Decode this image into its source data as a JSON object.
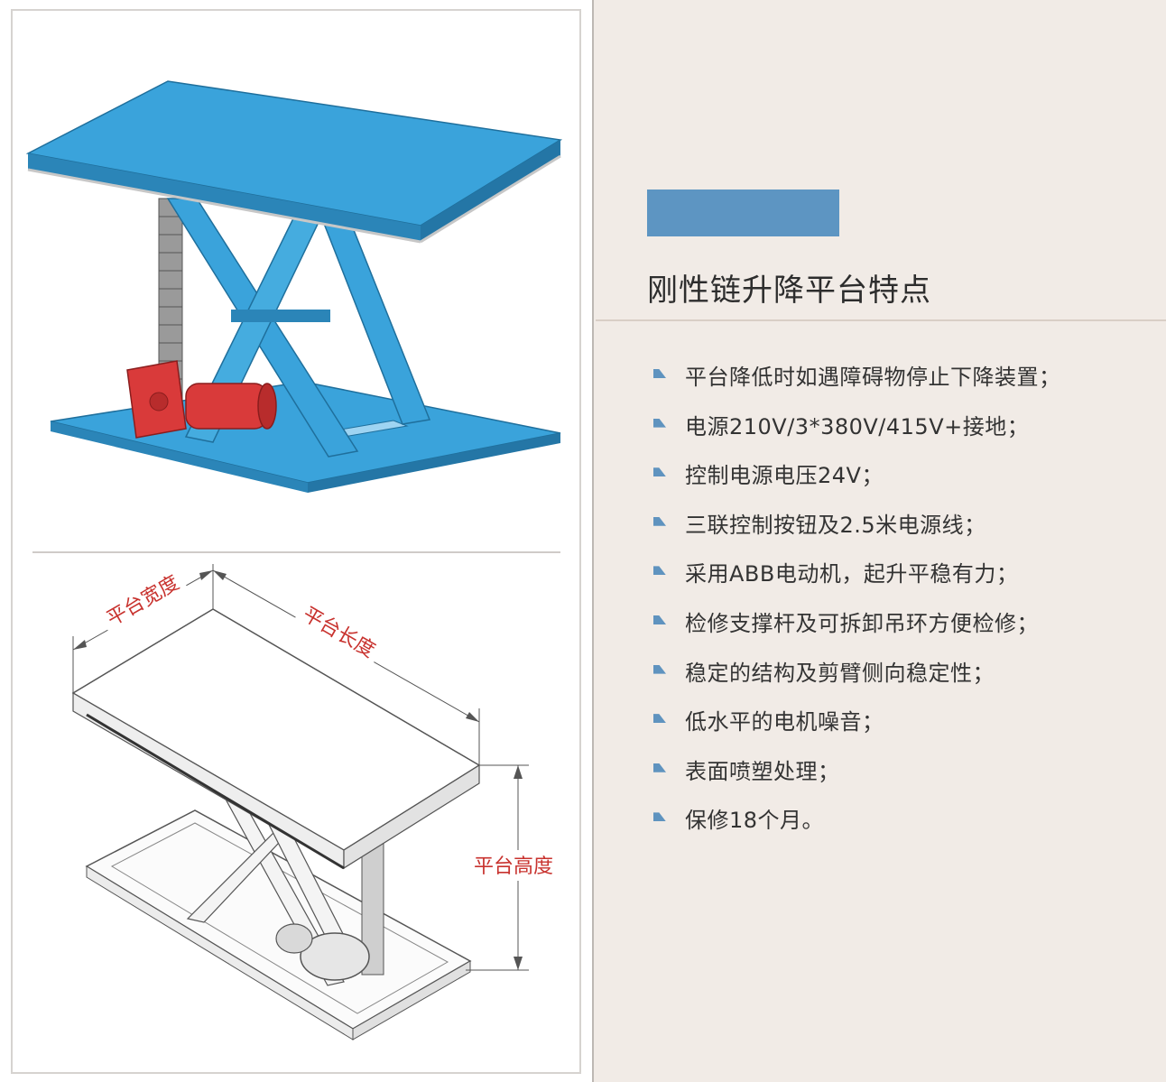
{
  "header": {
    "title": "刚性链升降平台特点"
  },
  "features": [
    {
      "text": "平台降低时如遇障碍物停止下降装置；",
      "icon": "bullet-icon"
    },
    {
      "text": "电源210V/3*380V/415V+接地；",
      "icon": "bullet-icon"
    },
    {
      "text": "控制电源电压24V；",
      "icon": "bullet-icon"
    },
    {
      "text": "三联控制按钮及2.5米电源线；",
      "icon": "bullet-icon"
    },
    {
      "text": "采用ABB电动机，起升平稳有力；",
      "icon": "bullet-icon"
    },
    {
      "text": "检修支撑杆及可拆卸吊环方便检修；",
      "icon": "bullet-icon"
    },
    {
      "text": "稳定的结构及剪臂侧向稳定性；",
      "icon": "bullet-icon"
    },
    {
      "text": "低水平的电机噪音；",
      "icon": "bullet-icon"
    },
    {
      "text": "表面喷塑处理；",
      "icon": "bullet-icon"
    },
    {
      "text": "保修18个月。",
      "icon": "bullet-icon"
    }
  ],
  "diagram": {
    "width_label": "平台宽度",
    "length_label": "平台长度",
    "height_label": "平台高度"
  },
  "colors": {
    "accent": "#5d95c2",
    "platform_blue": "#3d9fd6",
    "motor_red": "#d93a3a",
    "dimension_red": "#c8322e",
    "background": "#f1ebe6"
  }
}
